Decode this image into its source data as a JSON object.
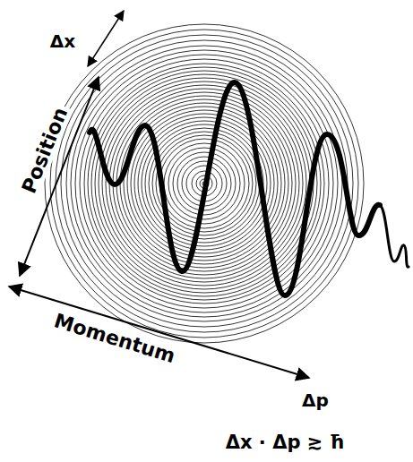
{
  "diagram": {
    "labels": [
      "Δx",
      "Position",
      "Momentum",
      "Δp",
      "Δx · Δp ≳ ħ"
    ]
  }
}
